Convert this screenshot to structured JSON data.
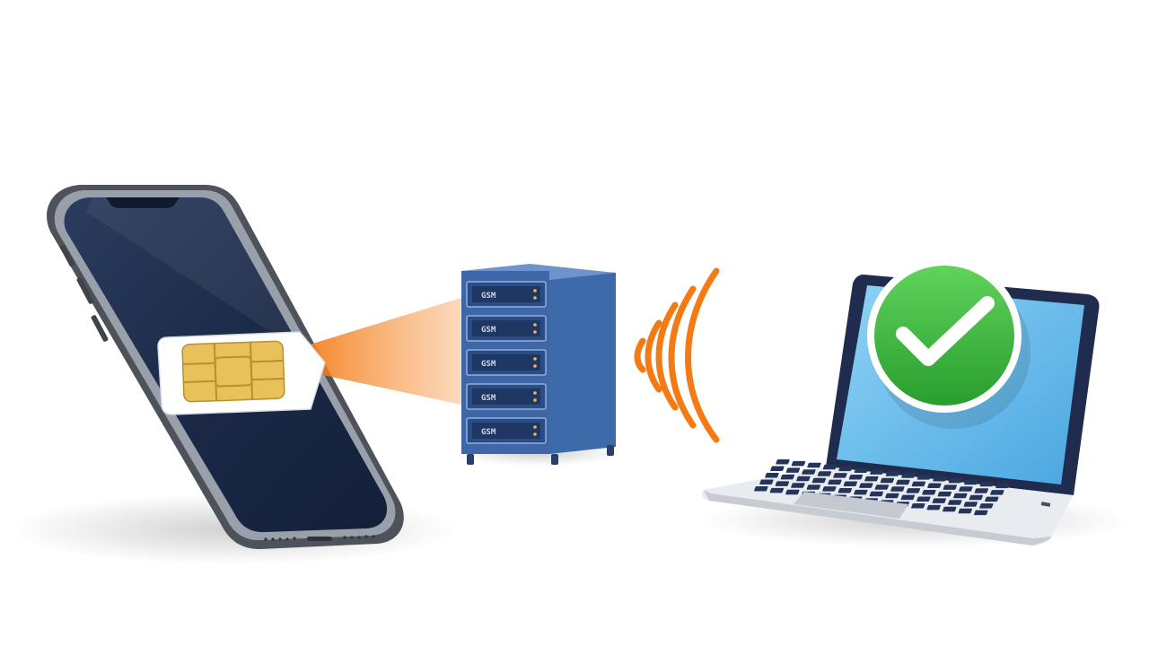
{
  "colors": {
    "phone_frame": "#5b5e66",
    "phone_screen": "#1c2b4a",
    "sim_chip": "#e8c15a",
    "beam": "#f7913a",
    "signal": "#f47a14",
    "server": "#3a63a8",
    "laptop_screen": "#6fc3f0",
    "check_green": "#3dbb3d"
  },
  "icons": {
    "phone": "smartphone-icon",
    "sim": "sim-card-icon",
    "server": "server-rack-icon",
    "signal": "wireless-signal-icon",
    "laptop": "laptop-icon",
    "check": "checkmark-icon"
  },
  "server_rack": {
    "slots": [
      "GSM",
      "GSM",
      "GSM",
      "GSM",
      "GSM"
    ]
  }
}
